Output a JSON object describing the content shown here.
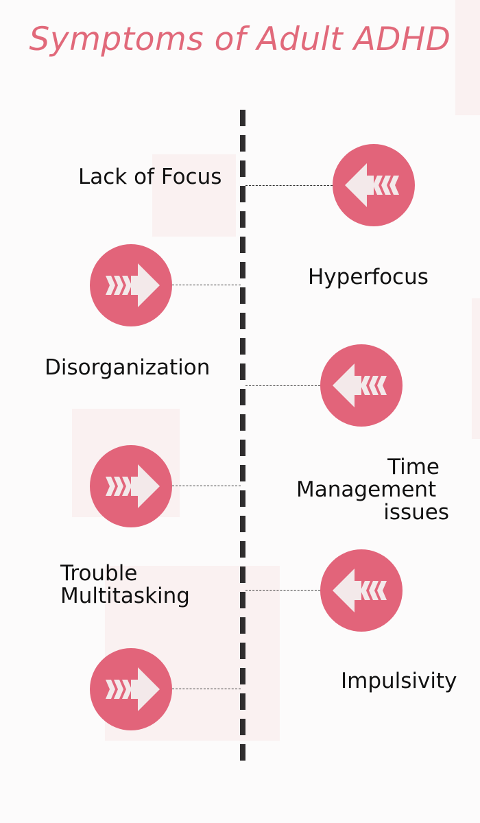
{
  "title": "Symptoms of Adult ADHD",
  "colors": {
    "accent": "#e2647a",
    "title": "#e1697a",
    "axis": "#2f2d2e",
    "arrow": "#f3e9ea"
  },
  "symptoms": [
    {
      "label": "Lack of Focus",
      "side": "left-label",
      "icon": "arrow-left-icon"
    },
    {
      "label": "Hyperfocus",
      "side": "right-label",
      "icon": "arrow-right-icon"
    },
    {
      "label": "Disorganization",
      "side": "left-label",
      "icon": "arrow-left-icon"
    },
    {
      "lines": [
        "Time",
        "Management",
        "issues"
      ],
      "side": "right-label",
      "icon": "arrow-right-icon"
    },
    {
      "lines": [
        "Trouble",
        "Multitasking"
      ],
      "side": "left-label",
      "icon": "arrow-left-icon"
    },
    {
      "label": "Impulsivity",
      "side": "right-label",
      "icon": "arrow-right-icon"
    }
  ]
}
